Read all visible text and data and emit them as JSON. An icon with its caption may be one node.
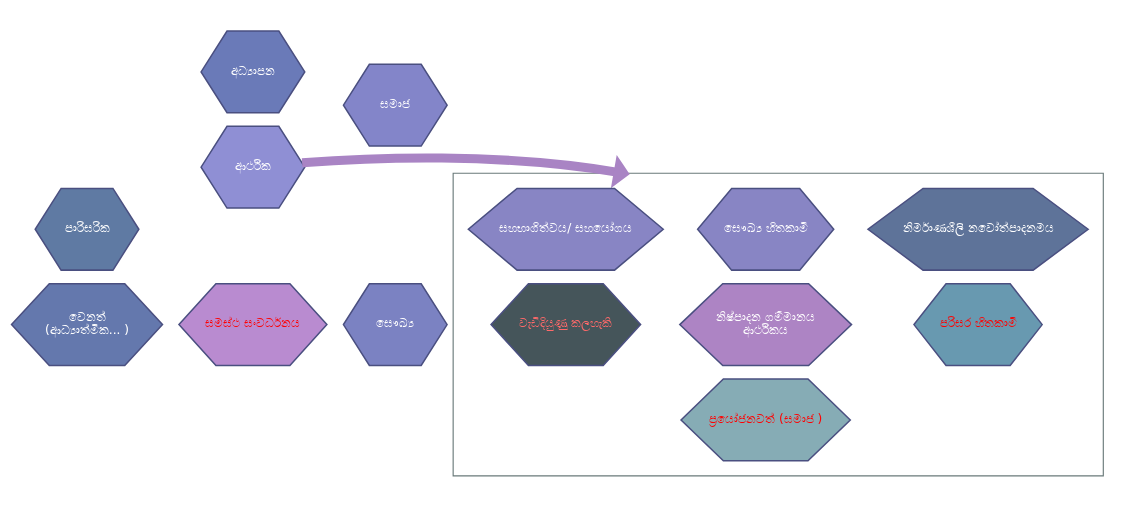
{
  "diagram": {
    "nodes": [
      {
        "text": [
          "ආර්ථික"
        ]
      },
      {
        "text": [
          "පාරිසරික"
        ]
      },
      {
        "text": [
          "සමාජ"
        ]
      },
      {
        "text": [
          "සමස්ථ සංවර්ධනය"
        ]
      },
      {
        "text": [
          "වෙනත්",
          "(ආධ්‍යාත්මික... )"
        ]
      },
      {
        "text": [
          "සෞඛ්‍ය"
        ]
      },
      {
        "text": [
          "අධ්‍යාපන"
        ]
      },
      {
        "text": [],
        "shape": "box"
      },
      {
        "text": [
          "සෞඛ්‍ය හිතකාමී"
        ],
        "in": 7
      },
      {
        "text": [
          "සහභාගිත්වය/ සහයෝගය"
        ],
        "in": 7
      },
      {
        "text": [
          "නිර්මාණශීලි නවෝත්පාදනමය"
        ],
        "in": 7
      },
      {
        "text": [
          "නිෂ්පාදන ගම්මානය",
          "ආර්ථිකය"
        ],
        "in": 7
      },
      {
        "text": [
          "වැඩිදියුණු කලහැකි"
        ],
        "in": 7
      },
      {
        "text": [
          "පරිසර හිතකාමී"
        ],
        "in": 7
      },
      {
        "text": [
          "ප්‍රයෝජනවත් (සමාජ )"
        ],
        "in": 7
      }
    ],
    "edges": [
      {
        "from": 0,
        "to": 7,
        "arrow": "to"
      }
    ]
  }
}
